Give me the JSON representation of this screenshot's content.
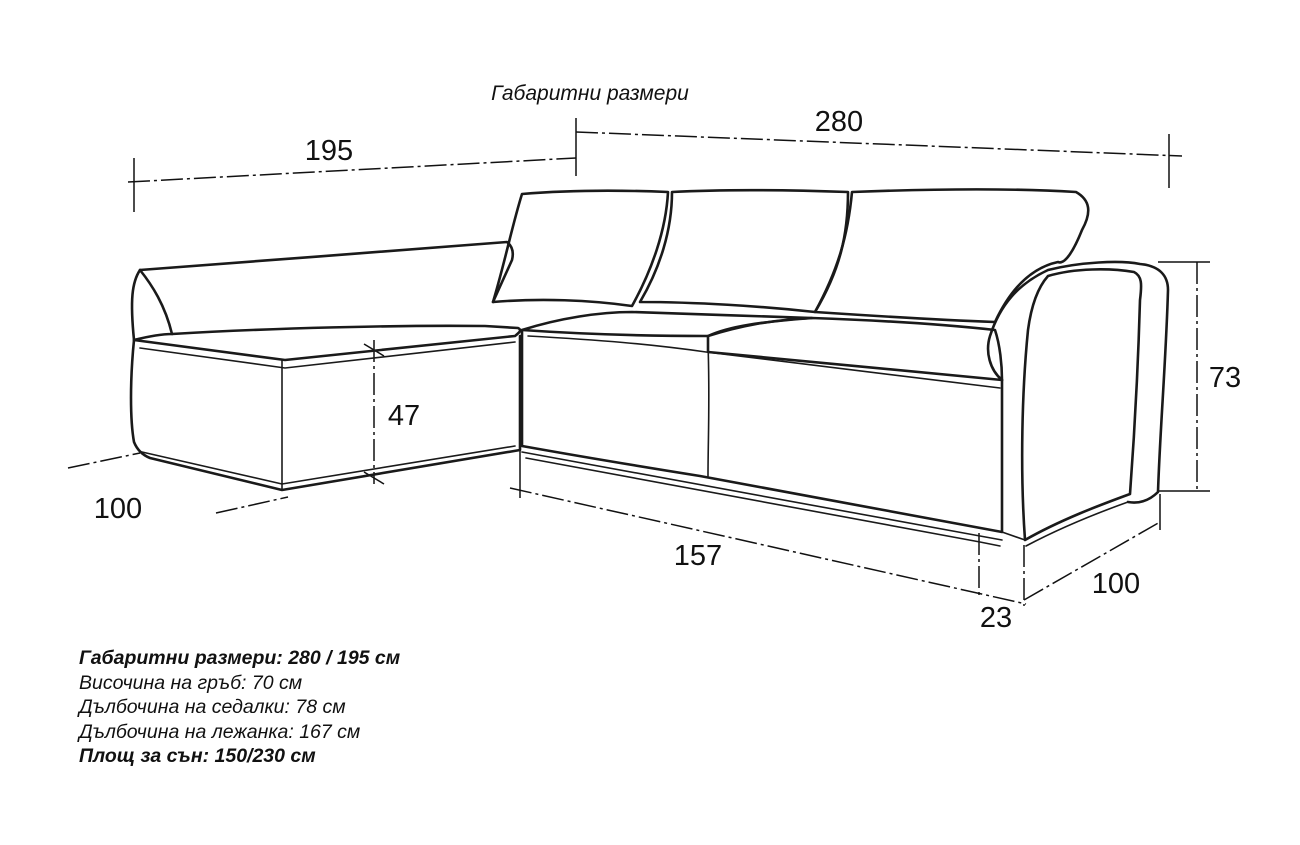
{
  "caption": "Габаритни размери",
  "dimensions": {
    "overall_width": "280",
    "chaise_width": "195",
    "height": "73",
    "seat_height": "47",
    "chaise_depth": "100",
    "seat_section_width": "157",
    "foot_height": "23",
    "depth": "100"
  },
  "specs": [
    {
      "text": "Габаритни размери: 280 / 195 см",
      "bold": true
    },
    {
      "text": "Височина на гръб: 70 см",
      "bold": false
    },
    {
      "text": "Дълбочина на седалки: 78 см",
      "bold": false
    },
    {
      "text": "Дълбочина на лежанка: 167 см",
      "bold": false
    },
    {
      "text": "Площ за сън: 150/230 см",
      "bold": true
    }
  ]
}
